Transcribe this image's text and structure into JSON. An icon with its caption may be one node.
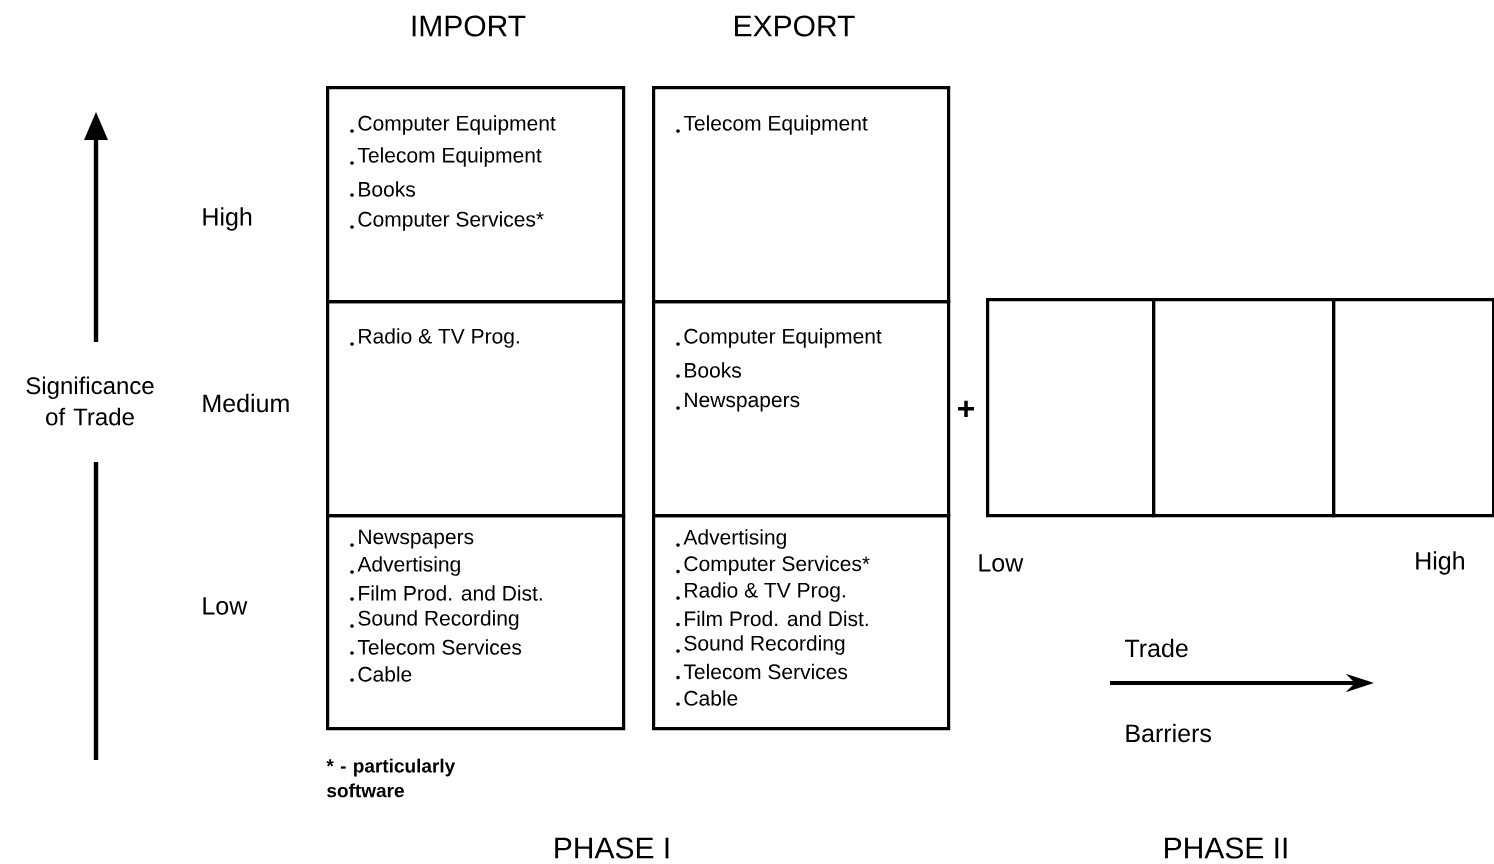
{
  "diagram": {
    "nodes": [
      {
        "text": [
          "Computer Equipment",
          "Telecom Equipment",
          "Books",
          "Computer Services*"
        ]
      },
      {
        "text": [
          "Radio & TV Prog."
        ]
      },
      {
        "text": [
          "Newspapers",
          "Advertising",
          "Film Prod. and Dist.",
          "Sound Recording",
          "Telecom Services",
          "Cable"
        ]
      },
      {
        "text": [
          "Telecom Equipment"
        ]
      },
      {
        "text": [
          "Computer Equipment",
          "Books",
          "Newspapers"
        ]
      },
      {
        "text": [
          "Advertising",
          "Computer Services*",
          "Radio & TV Prog.",
          "Film Prod. and Dist.",
          "Sound Recording",
          "Telecom Services",
          "Cable"
        ]
      },
      {
        "text": [],
        "shape": "box"
      },
      {
        "text": [],
        "shape": "box"
      },
      {
        "text": [],
        "shape": "box"
      }
    ],
    "edges": [],
    "labels": [
      "IMPORT",
      "EXPORT",
      "High",
      "Significance of Trade",
      "Medium",
      "+",
      "Low",
      "Low",
      "High",
      "Trade",
      "Barriers",
      "* - particularly software",
      "PHASE I",
      "PHASE II"
    ]
  }
}
